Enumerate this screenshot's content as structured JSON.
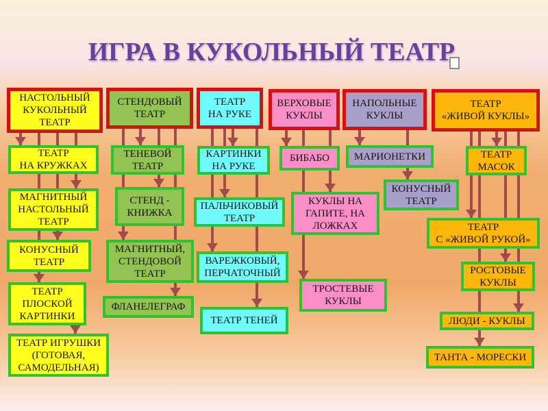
{
  "slide": {
    "title": "ИГРА В КУКОЛЬНЫЙ ТЕАТР"
  },
  "colors": {
    "title": "#6B3E9F",
    "node_text": "#171310",
    "node_border": "#2FC42F",
    "header_border": "#D51212",
    "connector": "#A34B4B",
    "background_top": "#FAF0D9",
    "background_middle": "#F1AD70",
    "background_bottom": "#FDEEEF"
  },
  "columns": [
    {
      "header": "НАСТОЛЬНЫЙ\nКУКОЛЬНЫЙ\nТЕАТР",
      "fill": "#FFFF1E",
      "items": [
        "ТЕАТР\nНА КРУЖКАХ",
        "МАГНИТНЫЙ\nНАСТОЛЬНЫЙ\nТЕАТР",
        "КОНУСНЫЙ\nТЕАТР",
        "ТЕАТР\nПЛОСКОЙ\nКАРТИНКИ",
        "ТЕАТР ИГРУШКИ\n(ГОТОВАЯ,\nСАМОДЕЛЬНАЯ)"
      ]
    },
    {
      "header": "СТЕНДОВЫЙ\nТЕАТР",
      "fill": "#92C353",
      "items": [
        "ТЕНЕВОЙ\nТЕАТР",
        "СТЕНД -\nКНИЖКА",
        "МАГНИТНЫЙ,\nСТЕНДОВОЙ\nТЕАТР",
        "ФЛАНЕЛЕГРАФ"
      ]
    },
    {
      "header": "ТЕАТР\nНА РУКЕ",
      "fill": "#6FFBFB",
      "items": [
        "КАРТИНКИ\nНА РУКЕ",
        "ПАЛЬЧИКОВЫЙ\nТЕАТР",
        "ВАРЕЖКОВЫЙ,\nПЕРЧАТОЧНЫЙ",
        "ТЕАТР ТЕНЕЙ"
      ]
    },
    {
      "header": "ВЕРХОВЫЕ\nКУКЛЫ",
      "fill": "#FA8EC6",
      "items": [
        "БИБАБО",
        "КУКЛЫ НА\nГАПИТЕ, НА\nЛОЖКАХ",
        "ТРОСТЕВЫЕ\nКУКЛЫ"
      ]
    },
    {
      "header": "НАПОЛЬНЫЕ\nКУКЛЫ",
      "fill": "#A8A0CA",
      "items": [
        "МАРИОНЕТКИ",
        "КОНУСНЫЙ\nТЕАТР"
      ]
    },
    {
      "header": "ТЕАТР\n«ЖИВОЙ КУКЛЫ»",
      "fill": "#FCB70A",
      "items": [
        "ТЕАТР\nМАСОК",
        "ТЕАТР\nС «ЖИВОЙ РУКОЙ»",
        "РОСТОВЫЕ\nКУКЛЫ",
        "ЛЮДИ - КУКЛЫ",
        "ТАНТА - МОРЕСКИ"
      ]
    }
  ]
}
